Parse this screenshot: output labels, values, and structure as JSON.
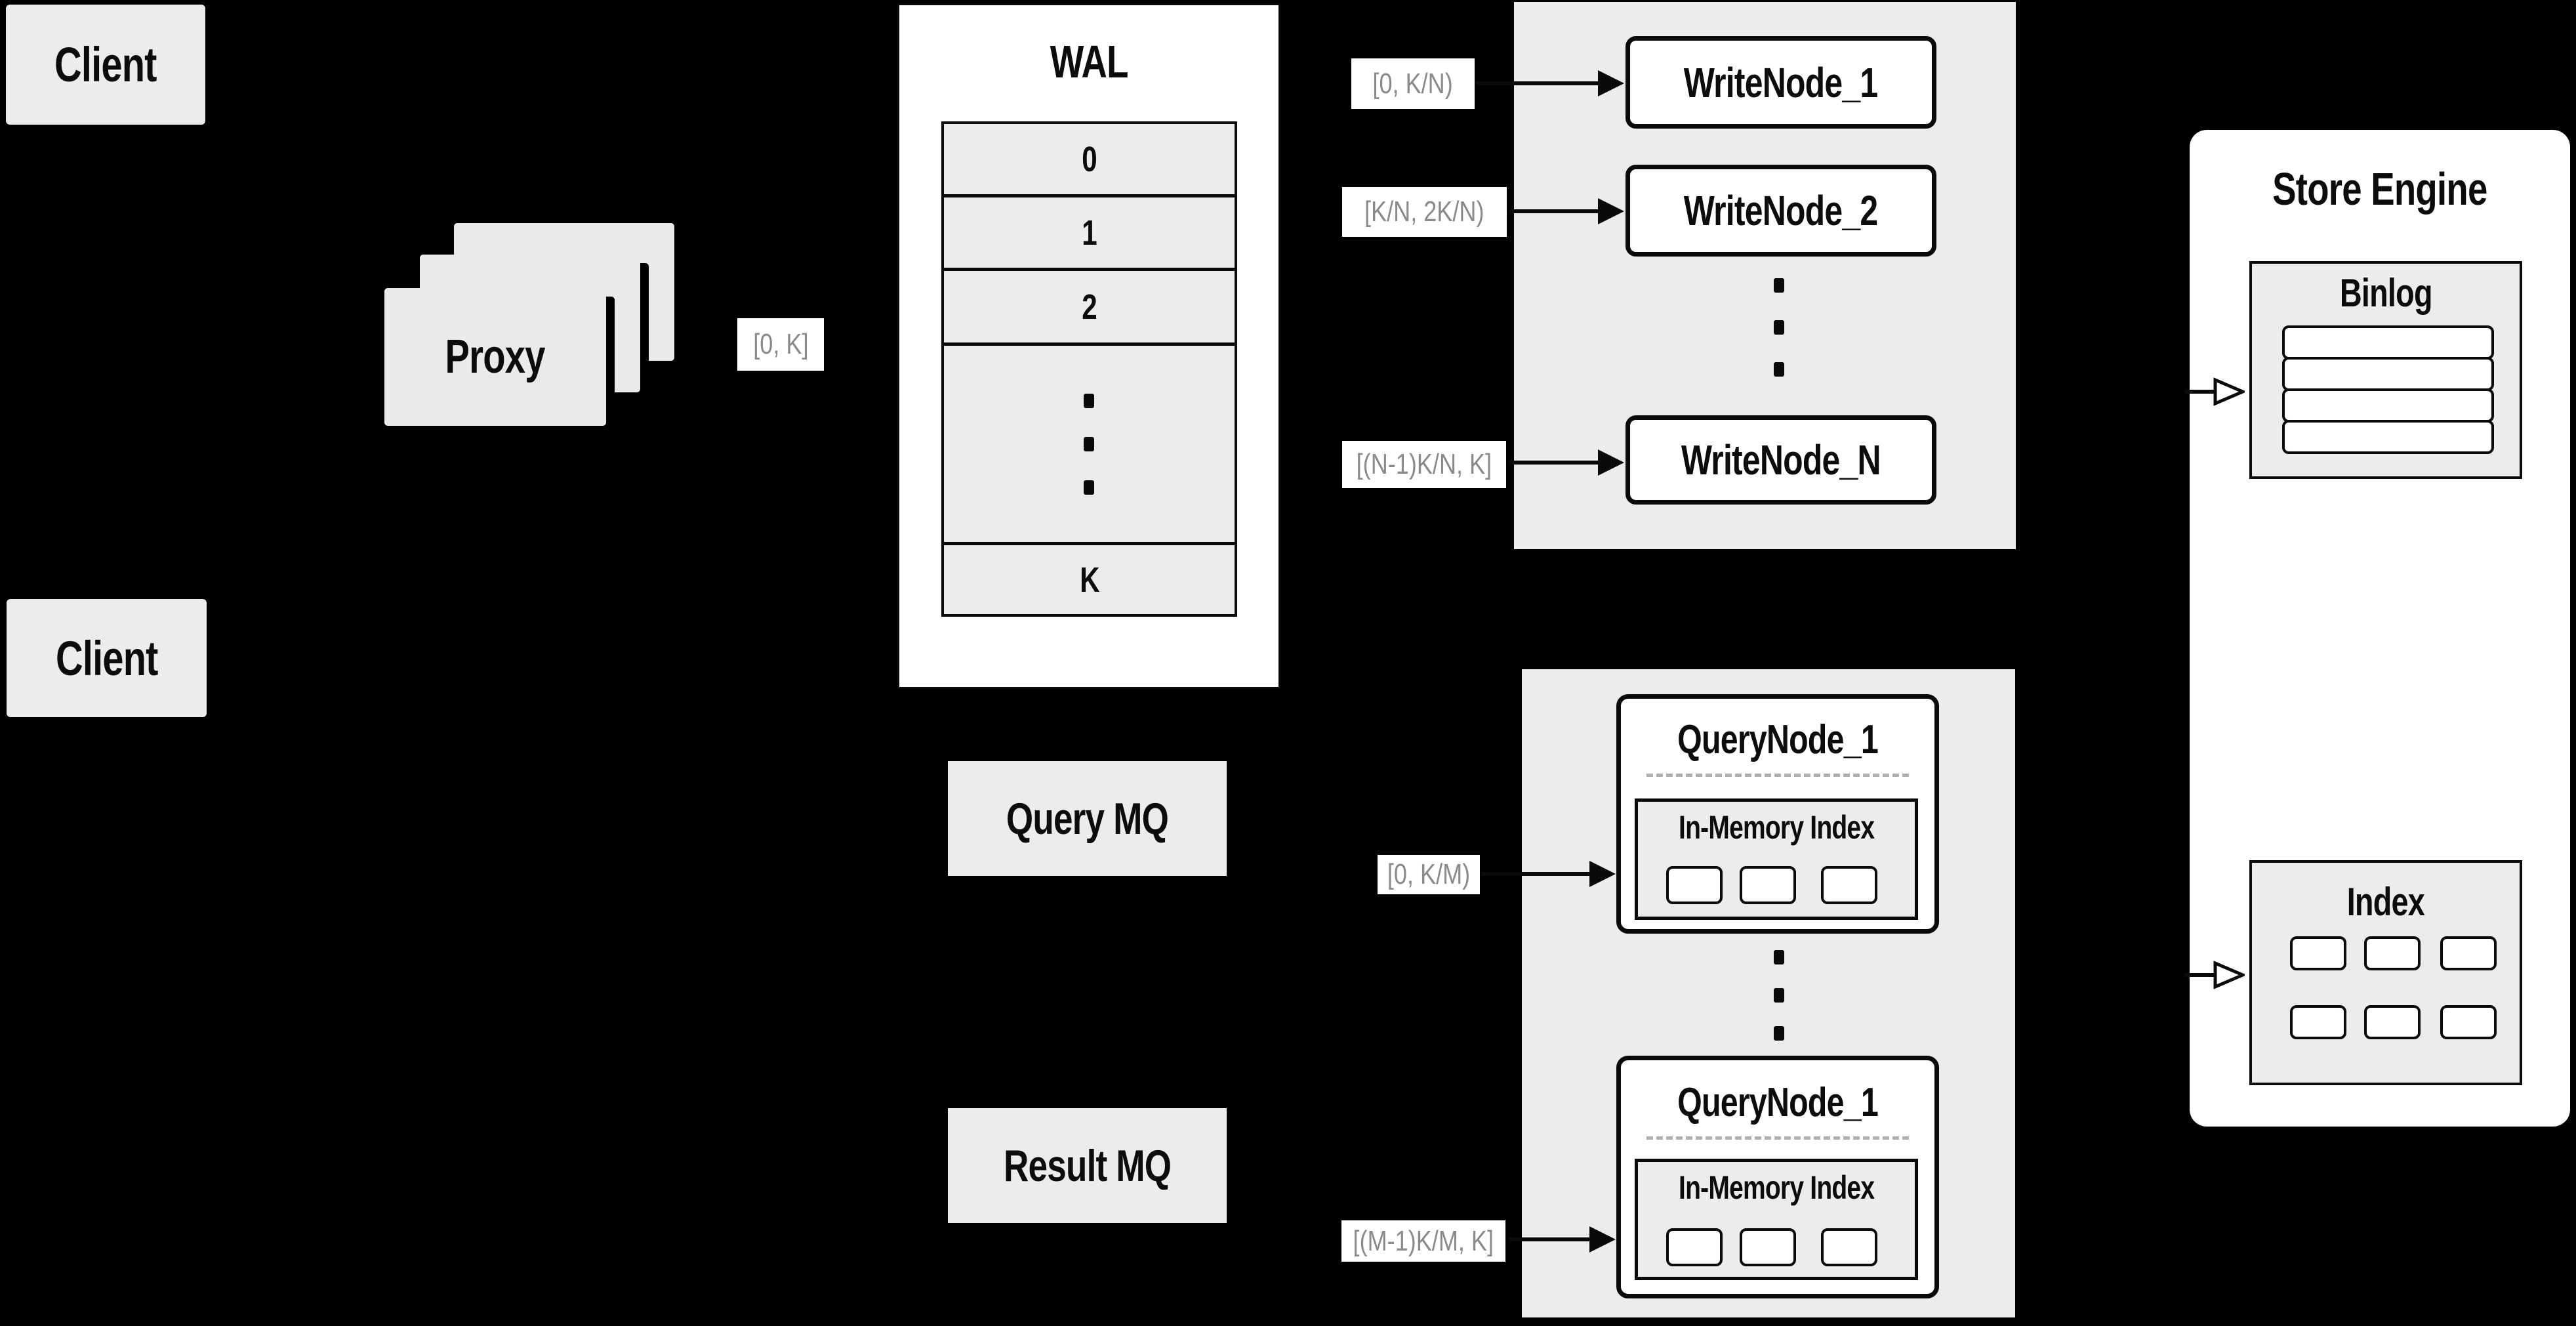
{
  "colors": {
    "background": "#000000",
    "panel_white": "#ffffff",
    "box_gray": "#ececec",
    "proxy_gray": "#eaeaea",
    "border_black": "#0a0a0a",
    "range_label_text": "#8a8a8a",
    "dashed_divider": "#b0b0b0"
  },
  "clients": {
    "top_label": "Client",
    "bottom_label": "Client"
  },
  "proxy": {
    "label": "Proxy",
    "stack_count": 3,
    "range_label": "[0, K]"
  },
  "wal": {
    "title": "WAL",
    "rows": [
      "0",
      "1",
      "2"
    ],
    "ellipsis_dots": 3,
    "last_row": "K"
  },
  "write_area": {
    "ellipsis_dots": 3,
    "nodes": [
      {
        "label": "WriteNode_1",
        "range": "[0, K/N)"
      },
      {
        "label": "WriteNode_2",
        "range": "[K/N, 2K/N)"
      },
      {
        "label": "WriteNode_N",
        "range": "[(N-1)K/N, K]"
      }
    ]
  },
  "query_area": {
    "query_mq_label": "Query MQ",
    "result_mq_label": "Result MQ",
    "ellipsis_dots": 3,
    "nodes": [
      {
        "label": "QueryNode_1",
        "inner_title": "In-Memory Index",
        "range": "[0, K/M)",
        "segment_count": 3
      },
      {
        "label": "QueryNode_1",
        "inner_title": "In-Memory Index",
        "range": "[(M-1)K/M, K]",
        "segment_count": 3
      }
    ]
  },
  "store_engine": {
    "title": "Store Engine",
    "binlog": {
      "title": "Binlog",
      "slot_count": 4
    },
    "index": {
      "title": "Index",
      "cell_rows": 2,
      "cell_cols": 3
    }
  }
}
